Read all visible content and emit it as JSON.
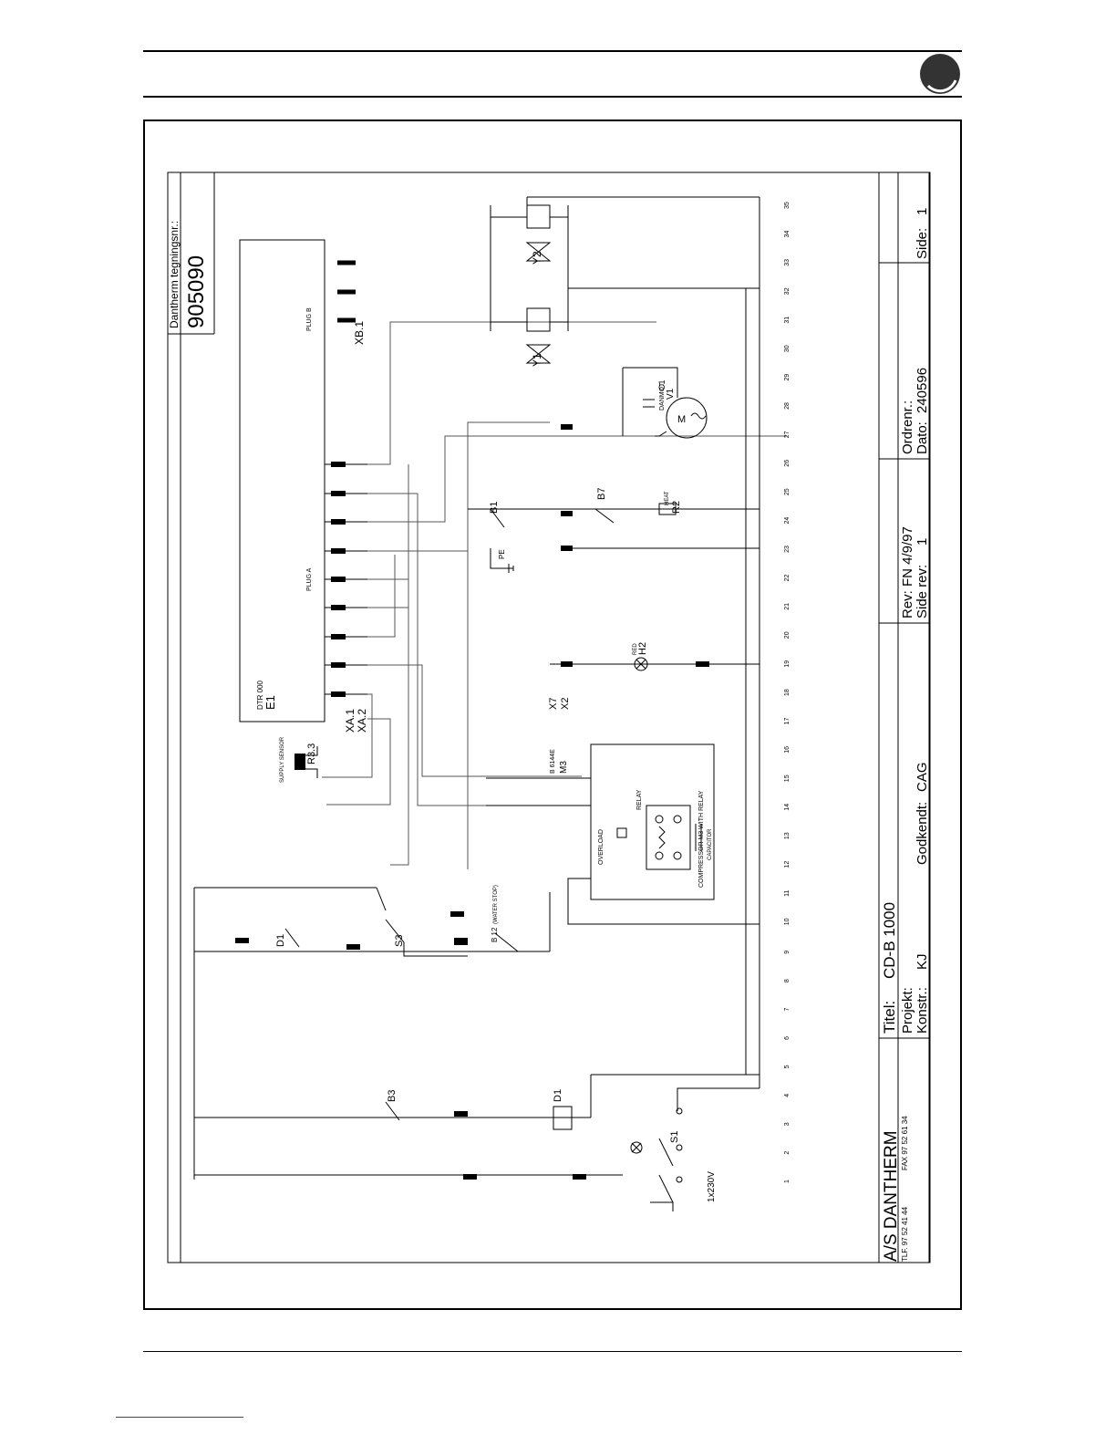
{
  "header": {
    "logo": "danfoss-logo-icon"
  },
  "drawing": {
    "drawing_no_label": "Dantherm tegningsnr.:",
    "drawing_no": "905090",
    "company": "A/S DANTHERM",
    "company_phone": "TLF. 97 52 41 44",
    "company_fax": "FAX 97 52 61 34",
    "title_label": "Titel:",
    "title": "CD-B 1000",
    "project_label": "Projekt:",
    "constructor_label": "Konstr.:",
    "constructor": "KJ",
    "revision_label": "Rev:",
    "revision": "FN 4/9/97",
    "page_rev_label": "Side rev:",
    "page_rev": "1",
    "approved_label": "Godkendt:",
    "approved": "CAG",
    "order_label": "Ordrenr.:",
    "date_label": "Dato:",
    "date": "240596",
    "page_label": "Side:",
    "page": "1"
  },
  "components": {
    "controller": "E1",
    "controller_type": "DTR 000",
    "plug_a": "PLUG A",
    "plug_b": "PLUG B",
    "xa1": "XA.1",
    "xa2": "XA.2",
    "xb1": "XB.1",
    "sensor": "R3.3",
    "sensor_label": "SUPPLY SENSOR",
    "valve1": "Y1",
    "valve2": "Y2",
    "fan": "V1",
    "fan_brand": "DANMOT",
    "fan_cap": "C1",
    "compressor": "M3",
    "compressor_type": "B 6144E",
    "compressor_label": "COMPRESSOR M3 WITH RELAY",
    "overload": "OVERLOAD",
    "relay": "RELAY",
    "capacitor": "CAPACITOR",
    "lamp": "H2",
    "lamp_color": "RED",
    "heater": "R2",
    "heater_label": "HEAT",
    "switch_b1": "B1",
    "switch_b7": "B7",
    "switch_b3": "B3",
    "switch_b12": "B 12",
    "water_stop": "(WATER STOP)",
    "switch_s3": "S3",
    "main_switch": "S1",
    "supply": "1x230V",
    "defrost": "D1",
    "pe": "PE",
    "x2": "X2",
    "x7": "X7"
  },
  "column_numbers": [
    "1",
    "2",
    "3",
    "4",
    "5",
    "6",
    "7",
    "8",
    "9",
    "10",
    "11",
    "12",
    "13",
    "14",
    "15",
    "16",
    "17",
    "18",
    "19",
    "20",
    "21",
    "22",
    "23",
    "24",
    "25",
    "26",
    "27",
    "28",
    "29",
    "30",
    "31",
    "32",
    "33",
    "34",
    "35"
  ]
}
